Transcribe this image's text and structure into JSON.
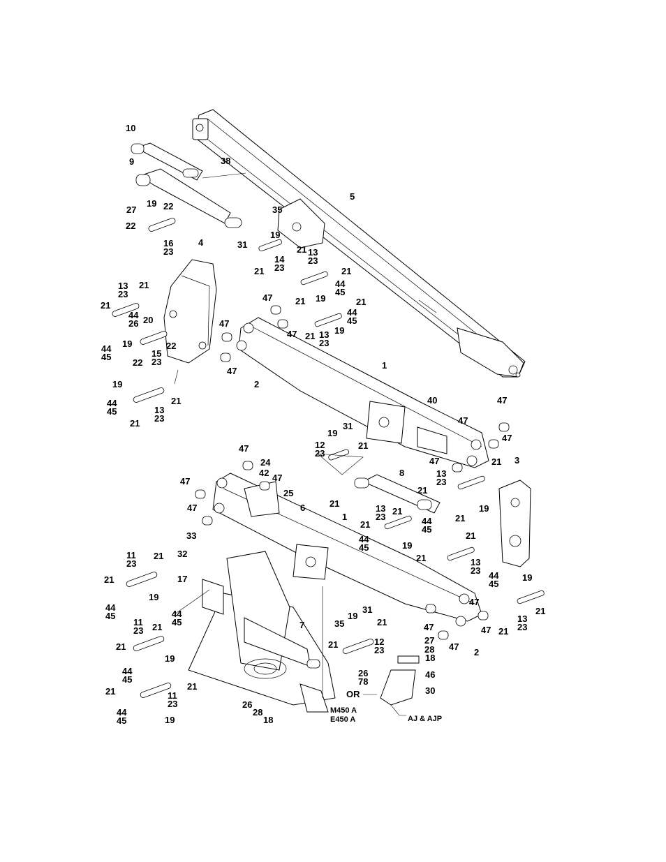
{
  "callouts": [
    {
      "id": "c1",
      "lines": [
        "10"
      ]
    },
    {
      "id": "c2",
      "lines": [
        "9"
      ]
    },
    {
      "id": "c3",
      "lines": [
        "38"
      ]
    },
    {
      "id": "c4",
      "lines": [
        "5"
      ]
    },
    {
      "id": "c5",
      "lines": [
        "27"
      ]
    },
    {
      "id": "c6",
      "lines": [
        "19"
      ]
    },
    {
      "id": "c7",
      "lines": [
        "22"
      ]
    },
    {
      "id": "c8",
      "lines": [
        "22"
      ]
    },
    {
      "id": "c9",
      "lines": [
        "16",
        "23"
      ]
    },
    {
      "id": "c10",
      "lines": [
        "35"
      ]
    },
    {
      "id": "c11",
      "lines": [
        "19"
      ]
    },
    {
      "id": "c12",
      "lines": [
        "31"
      ]
    },
    {
      "id": "c13",
      "lines": [
        "21"
      ]
    },
    {
      "id": "c14",
      "lines": [
        "14",
        "23"
      ]
    },
    {
      "id": "c15",
      "lines": [
        "21"
      ]
    },
    {
      "id": "c16",
      "lines": [
        "13",
        "23"
      ]
    },
    {
      "id": "c17",
      "lines": [
        "4"
      ]
    },
    {
      "id": "c18",
      "lines": [
        "21"
      ]
    },
    {
      "id": "c19",
      "lines": [
        "44",
        "45"
      ]
    },
    {
      "id": "c20",
      "lines": [
        "13",
        "23"
      ]
    },
    {
      "id": "c21",
      "lines": [
        "21"
      ]
    },
    {
      "id": "c22",
      "lines": [
        "21"
      ]
    },
    {
      "id": "c23",
      "lines": [
        "47"
      ]
    },
    {
      "id": "c24",
      "lines": [
        "21"
      ]
    },
    {
      "id": "c25",
      "lines": [
        "19"
      ]
    },
    {
      "id": "c26",
      "lines": [
        "21"
      ]
    },
    {
      "id": "c27",
      "lines": [
        "44",
        "45"
      ]
    },
    {
      "id": "c28",
      "lines": [
        "44",
        "26"
      ]
    },
    {
      "id": "c29",
      "lines": [
        "20"
      ]
    },
    {
      "id": "c30",
      "lines": [
        "47"
      ]
    },
    {
      "id": "c31",
      "lines": [
        "47"
      ]
    },
    {
      "id": "c32",
      "lines": [
        "21"
      ]
    },
    {
      "id": "c33",
      "lines": [
        "13",
        "23"
      ]
    },
    {
      "id": "c34",
      "lines": [
        "19"
      ]
    },
    {
      "id": "c35",
      "lines": [
        "19"
      ]
    },
    {
      "id": "c36",
      "lines": [
        "44",
        "45"
      ]
    },
    {
      "id": "c37",
      "lines": [
        "15",
        "23"
      ]
    },
    {
      "id": "c38",
      "lines": [
        "22"
      ]
    },
    {
      "id": "c39",
      "lines": [
        "22"
      ]
    },
    {
      "id": "c40",
      "lines": [
        "47"
      ]
    },
    {
      "id": "c41",
      "lines": [
        "2"
      ]
    },
    {
      "id": "c42",
      "lines": [
        "1"
      ]
    },
    {
      "id": "c43",
      "lines": [
        "19"
      ]
    },
    {
      "id": "c44",
      "lines": [
        "44",
        "45"
      ]
    },
    {
      "id": "c45",
      "lines": [
        "21"
      ]
    },
    {
      "id": "c46",
      "lines": [
        "13",
        "23"
      ]
    },
    {
      "id": "c47",
      "lines": [
        "21"
      ]
    },
    {
      "id": "c48",
      "lines": [
        "40"
      ]
    },
    {
      "id": "c49",
      "lines": [
        "47"
      ]
    },
    {
      "id": "c50",
      "lines": [
        "47"
      ]
    },
    {
      "id": "c51",
      "lines": [
        "47"
      ]
    },
    {
      "id": "c52",
      "lines": [
        "31"
      ]
    },
    {
      "id": "c53",
      "lines": [
        "19"
      ]
    },
    {
      "id": "c54",
      "lines": [
        "12",
        "23"
      ]
    },
    {
      "id": "c55",
      "lines": [
        "21"
      ]
    },
    {
      "id": "c56",
      "lines": [
        "47"
      ]
    },
    {
      "id": "c57",
      "lines": [
        "21"
      ]
    },
    {
      "id": "c58",
      "lines": [
        "3"
      ]
    },
    {
      "id": "c59",
      "lines": [
        "13",
        "23"
      ]
    },
    {
      "id": "c60",
      "lines": [
        "47"
      ]
    },
    {
      "id": "c61",
      "lines": [
        "24"
      ]
    },
    {
      "id": "c62",
      "lines": [
        "42"
      ]
    },
    {
      "id": "c63",
      "lines": [
        "47"
      ]
    },
    {
      "id": "c64",
      "lines": [
        "47"
      ]
    },
    {
      "id": "c65",
      "lines": [
        "25"
      ]
    },
    {
      "id": "c66",
      "lines": [
        "6"
      ]
    },
    {
      "id": "c67",
      "lines": [
        "47"
      ]
    },
    {
      "id": "c68",
      "lines": [
        "8"
      ]
    },
    {
      "id": "c69",
      "lines": [
        "21"
      ]
    },
    {
      "id": "c70",
      "lines": [
        "21"
      ]
    },
    {
      "id": "c71",
      "lines": [
        "19"
      ]
    },
    {
      "id": "c72",
      "lines": [
        "1"
      ]
    },
    {
      "id": "c73",
      "lines": [
        "13",
        "23"
      ]
    },
    {
      "id": "c74",
      "lines": [
        "21"
      ]
    },
    {
      "id": "c75",
      "lines": [
        "21"
      ]
    },
    {
      "id": "c76",
      "lines": [
        "44",
        "45"
      ]
    },
    {
      "id": "c77",
      "lines": [
        "21"
      ]
    },
    {
      "id": "c78",
      "lines": [
        "44",
        "45"
      ]
    },
    {
      "id": "c79",
      "lines": [
        "19"
      ]
    },
    {
      "id": "c80",
      "lines": [
        "21"
      ]
    },
    {
      "id": "c81",
      "lines": [
        "21"
      ]
    },
    {
      "id": "c82",
      "lines": [
        "13",
        "23"
      ]
    },
    {
      "id": "c83",
      "lines": [
        "33"
      ]
    },
    {
      "id": "c84",
      "lines": [
        "11",
        "23"
      ]
    },
    {
      "id": "c85",
      "lines": [
        "21"
      ]
    },
    {
      "id": "c86",
      "lines": [
        "32"
      ]
    },
    {
      "id": "c87",
      "lines": [
        "21"
      ]
    },
    {
      "id": "c88",
      "lines": [
        "17"
      ]
    },
    {
      "id": "c89",
      "lines": [
        "19"
      ]
    },
    {
      "id": "c90",
      "lines": [
        "44",
        "45"
      ]
    },
    {
      "id": "c91",
      "lines": [
        "44",
        "45"
      ]
    },
    {
      "id": "c92",
      "lines": [
        "19"
      ]
    },
    {
      "id": "c93",
      "lines": [
        "44",
        "45"
      ]
    },
    {
      "id": "c94",
      "lines": [
        "21"
      ]
    },
    {
      "id": "c95",
      "lines": [
        "13",
        "23"
      ]
    },
    {
      "id": "c96",
      "lines": [
        "21"
      ]
    },
    {
      "id": "c97",
      "lines": [
        "47"
      ]
    },
    {
      "id": "c98",
      "lines": [
        "47"
      ]
    },
    {
      "id": "c99",
      "lines": [
        "47"
      ]
    },
    {
      "id": "c100",
      "lines": [
        "47"
      ]
    },
    {
      "id": "c101",
      "lines": [
        "2"
      ]
    },
    {
      "id": "c102",
      "lines": [
        "11",
        "23"
      ]
    },
    {
      "id": "c103",
      "lines": [
        "21"
      ]
    },
    {
      "id": "c104",
      "lines": [
        "21"
      ]
    },
    {
      "id": "c105",
      "lines": [
        "19"
      ]
    },
    {
      "id": "c106",
      "lines": [
        "7"
      ]
    },
    {
      "id": "c107",
      "lines": [
        "44",
        "45"
      ]
    },
    {
      "id": "c108",
      "lines": [
        "19"
      ]
    },
    {
      "id": "c109",
      "lines": [
        "31"
      ]
    },
    {
      "id": "c110",
      "lines": [
        "35"
      ]
    },
    {
      "id": "c111",
      "lines": [
        "21"
      ]
    },
    {
      "id": "c112",
      "lines": [
        "21"
      ]
    },
    {
      "id": "c113",
      "lines": [
        "12",
        "23"
      ]
    },
    {
      "id": "c114",
      "lines": [
        "27"
      ]
    },
    {
      "id": "c115",
      "lines": [
        "28"
      ]
    },
    {
      "id": "c116",
      "lines": [
        "18"
      ]
    },
    {
      "id": "c117",
      "lines": [
        "26"
      ]
    },
    {
      "id": "c118",
      "lines": [
        "78"
      ]
    },
    {
      "id": "c119",
      "lines": [
        "46"
      ]
    },
    {
      "id": "c120",
      "lines": [
        "30"
      ]
    },
    {
      "id": "c121",
      "lines": [
        "21"
      ]
    },
    {
      "id": "c122",
      "lines": [
        "11",
        "23"
      ]
    },
    {
      "id": "c123",
      "lines": [
        "21"
      ]
    },
    {
      "id": "c124",
      "lines": [
        "44",
        "45"
      ]
    },
    {
      "id": "c125",
      "lines": [
        "19"
      ]
    },
    {
      "id": "c126",
      "lines": [
        "26"
      ]
    },
    {
      "id": "c127",
      "lines": [
        "28"
      ]
    },
    {
      "id": "c128",
      "lines": [
        "18"
      ]
    }
  ],
  "variants": {
    "or_label": "OR",
    "m450": [
      "M450 A",
      "E450 A"
    ],
    "aj": "AJ & AJP"
  }
}
